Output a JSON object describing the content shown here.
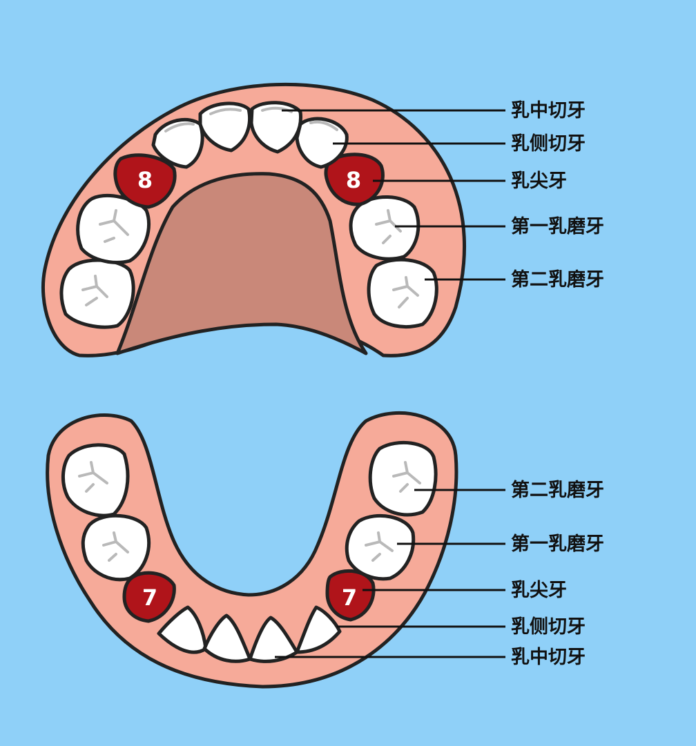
{
  "colors": {
    "background": "#8fd0f8",
    "gum": "#f6aa99",
    "gum_border": "#222222",
    "palate": "#c98879",
    "tooth": "#ffffff",
    "canine_highlight": "#b0141a",
    "leader_line": "#111111"
  },
  "upper_arch": {
    "canine_number": "8",
    "labels": [
      "乳中切牙",
      "乳侧切牙",
      "乳尖牙",
      "第一乳磨牙",
      "第二乳磨牙"
    ]
  },
  "lower_arch": {
    "canine_number": "7",
    "labels": [
      "第二乳磨牙",
      "第一乳磨牙",
      "乳尖牙",
      "乳侧切牙",
      "乳中切牙"
    ]
  }
}
